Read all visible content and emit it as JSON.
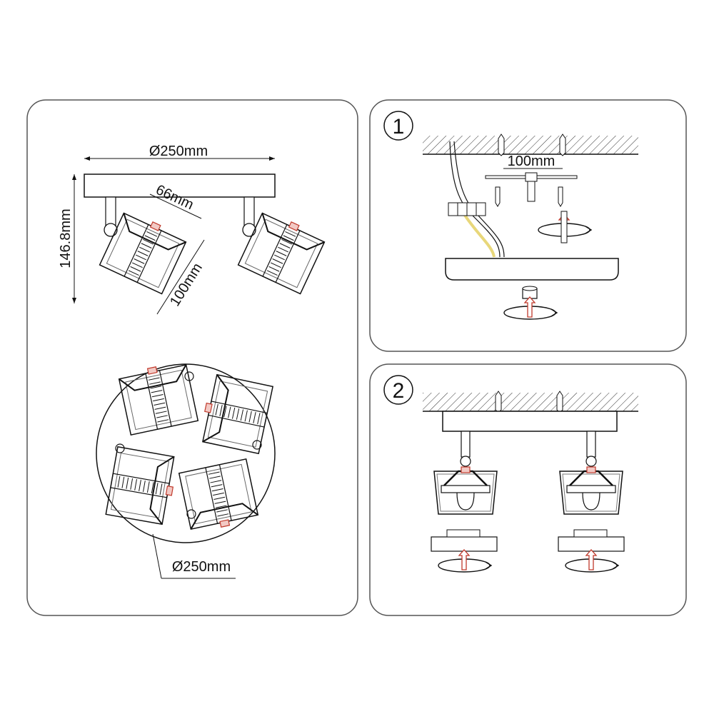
{
  "dimensions": {
    "plate_diameter": "Ø250mm",
    "height": "146.8mm",
    "head_depth": "66mm",
    "head_width": "100mm",
    "spread_diameter": "Ø250mm"
  },
  "steps": [
    {
      "number": "1",
      "screw_spacing": "100mm"
    },
    {
      "number": "2"
    }
  ],
  "colors": {
    "line": "#111111",
    "panel_border": "#555555",
    "highlight": "#c0392b",
    "wire": "#e8d77a"
  }
}
